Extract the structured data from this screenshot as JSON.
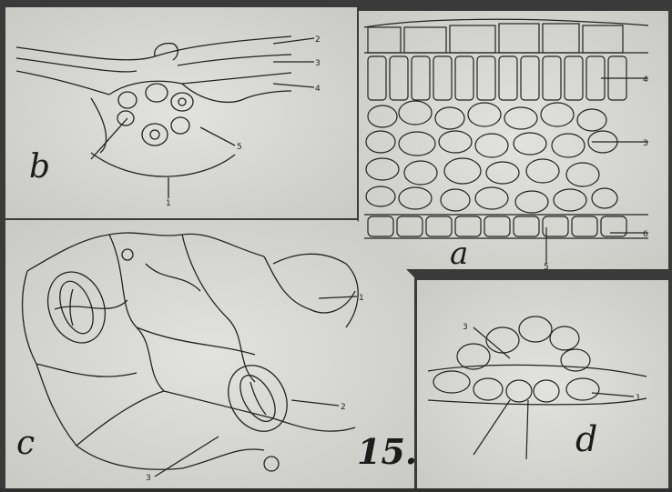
{
  "figure": {
    "plate_number": "15.",
    "panels": [
      {
        "label": "a"
      },
      {
        "label": "b"
      },
      {
        "label": "c"
      },
      {
        "label": "d"
      }
    ],
    "leader_numbers": {
      "a": [
        "4",
        "3",
        "6",
        "5"
      ],
      "b": [
        "2",
        "3",
        "4",
        "5",
        "1"
      ],
      "c": [
        "1",
        "2",
        "3"
      ],
      "d": [
        "3",
        "1"
      ]
    },
    "colors": {
      "paper": "#d9d9d6",
      "ink": "#1e1e1e",
      "border": "#2f2f2f"
    }
  }
}
